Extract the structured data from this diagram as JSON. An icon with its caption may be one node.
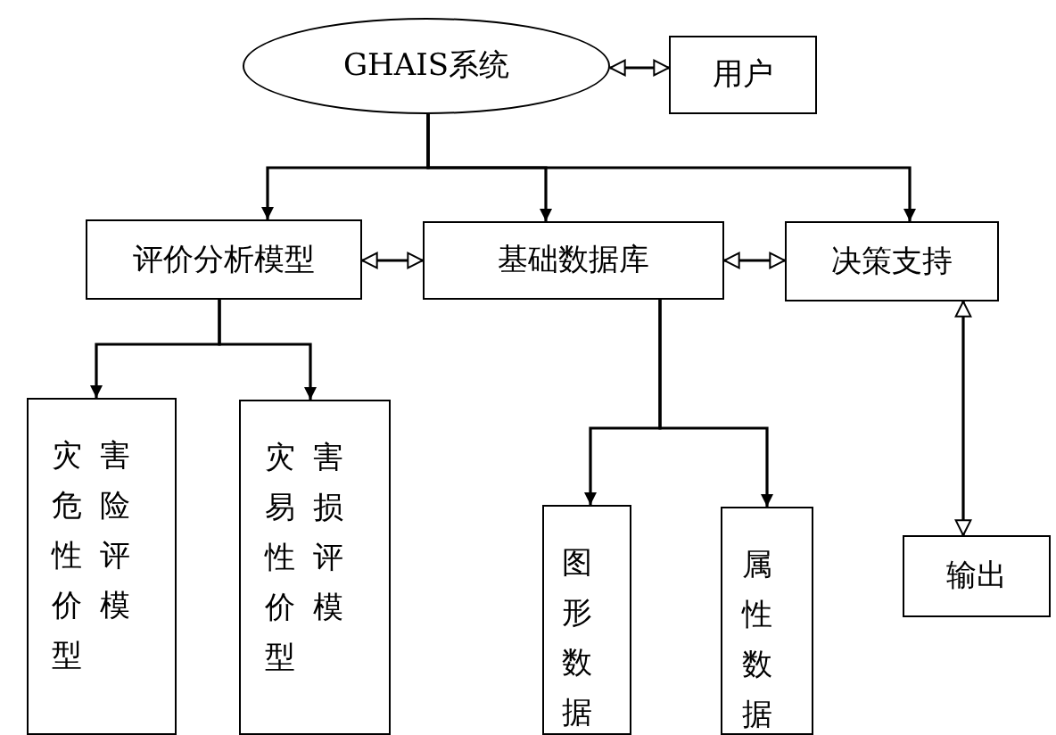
{
  "diagram": {
    "nodes": [
      {
        "text": [
          "GHAIS系统"
        ]
      },
      {
        "text": [
          "用户"
        ]
      },
      {
        "text": [
          "评价分析模型"
        ]
      },
      {
        "text": [
          "基础数据库"
        ]
      },
      {
        "text": [
          "决策支持"
        ]
      },
      {
        "text": [
          "灾害危险性评价模型"
        ]
      },
      {
        "text": [
          "灾害易损性评价模型"
        ]
      },
      {
        "text": [
          "图形数据"
        ]
      },
      {
        "text": [
          "属性数据"
        ]
      },
      {
        "text": [
          "输出"
        ]
      }
    ],
    "edges": [
      {
        "from": 0,
        "to": 1,
        "arrow": "both"
      },
      {
        "from": 0,
        "to": 2,
        "arrow": "to"
      },
      {
        "from": 0,
        "to": 3,
        "arrow": "to"
      },
      {
        "from": 0,
        "to": 4,
        "arrow": "to"
      },
      {
        "from": 2,
        "to": 3,
        "arrow": "both"
      },
      {
        "from": 3,
        "to": 4,
        "arrow": "both"
      },
      {
        "from": 2,
        "to": 5,
        "arrow": "to"
      },
      {
        "from": 2,
        "to": 6,
        "arrow": "to"
      },
      {
        "from": 3,
        "to": 7,
        "arrow": "to"
      },
      {
        "from": 3,
        "to": 8,
        "arrow": "to"
      },
      {
        "from": 4,
        "to": 9,
        "arrow": "both"
      }
    ]
  }
}
